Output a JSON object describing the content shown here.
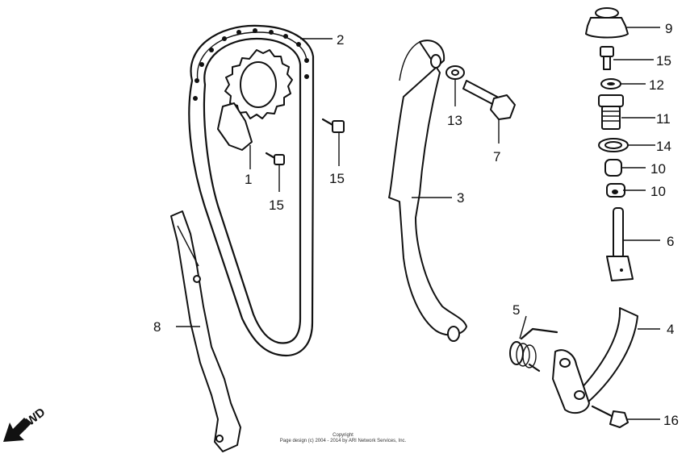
{
  "callouts": {
    "c1": "1",
    "c2": "2",
    "c3": "3",
    "c4": "4",
    "c5": "5",
    "c6": "6",
    "c7": "7",
    "c8": "8",
    "c9": "9",
    "c10a": "10",
    "c10b": "10",
    "c11": "11",
    "c12": "12",
    "c13": "13",
    "c14": "14",
    "c15a": "15",
    "c15b": "15",
    "c15c": "15",
    "c16": "16"
  },
  "direction_label": "FWD",
  "copyright": {
    "line1": "Copyright",
    "line2": "Page design (c) 2004 - 2014 by ARI Network Services, Inc."
  }
}
